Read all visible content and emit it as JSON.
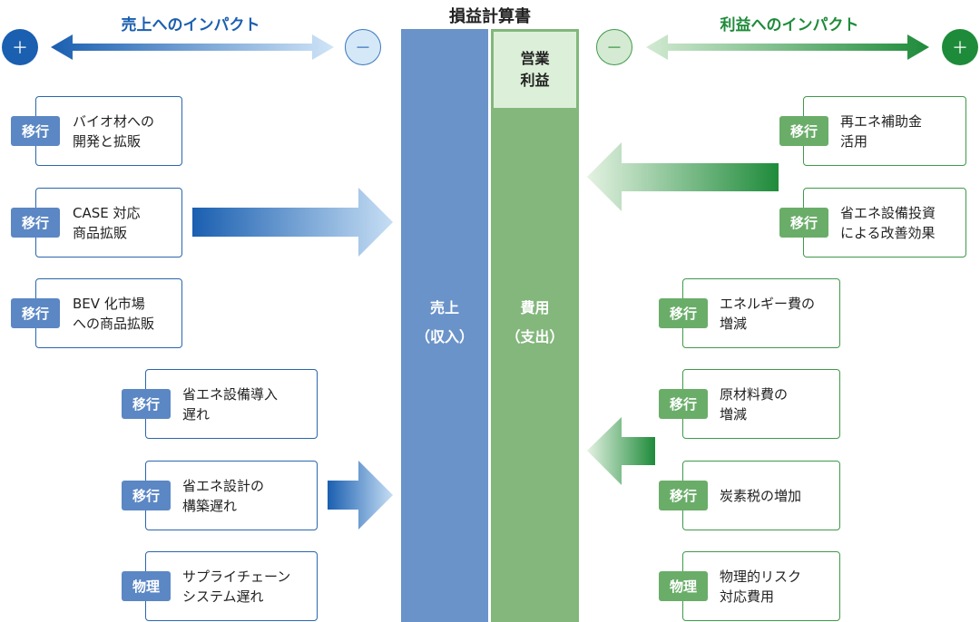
{
  "title": "損益計算書",
  "left_header": "売上へのインパクト",
  "right_header": "利益へのインパクト",
  "plus": "＋",
  "minus": "－",
  "colors": {
    "blue_dark": "#1a5fb0",
    "blue_col": "#6a93c9",
    "green_dark": "#1e8b3a",
    "green_col": "#83b77c"
  },
  "center": {
    "op_profit_line1": "営業",
    "op_profit_line2": "利益",
    "sales_line1": "売上",
    "sales_line2": "（収入）",
    "cost_line1": "費用",
    "cost_line2": "（支出）"
  },
  "left_items": [
    {
      "tag": "移行",
      "text": "バイオ材への\n開発と拡販"
    },
    {
      "tag": "移行",
      "text": "CASE 対応\n商品拡販"
    },
    {
      "tag": "移行",
      "text": "BEV 化市場\nへの商品拡販"
    },
    {
      "tag": "移行",
      "text": "省エネ設備導入\n遅れ"
    },
    {
      "tag": "移行",
      "text": "省エネ設計の\n構築遅れ"
    },
    {
      "tag": "物理",
      "text": "サプライチェーン\nシステム遅れ"
    }
  ],
  "right_items": [
    {
      "tag": "移行",
      "text": "再エネ補助金\n活用"
    },
    {
      "tag": "移行",
      "text": "省エネ設備投資\nによる改善効果"
    },
    {
      "tag": "移行",
      "text": "エネルギー費の\n増減"
    },
    {
      "tag": "移行",
      "text": "原材料費の\n増減"
    },
    {
      "tag": "移行",
      "text": "炭素税の増加"
    },
    {
      "tag": "物理",
      "text": "物理的リスク\n対応費用"
    }
  ]
}
